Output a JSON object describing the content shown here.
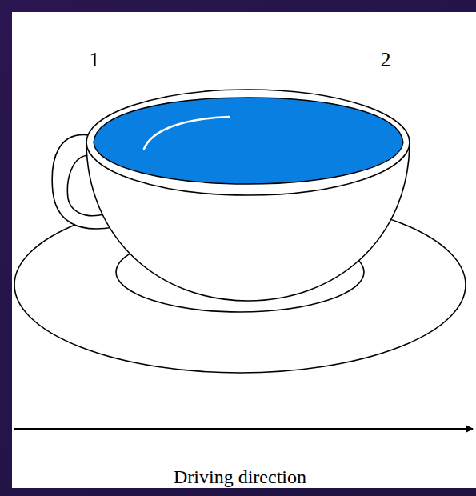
{
  "diagram": {
    "labels": [
      "1",
      "2",
      "Driving direction"
    ]
  }
}
